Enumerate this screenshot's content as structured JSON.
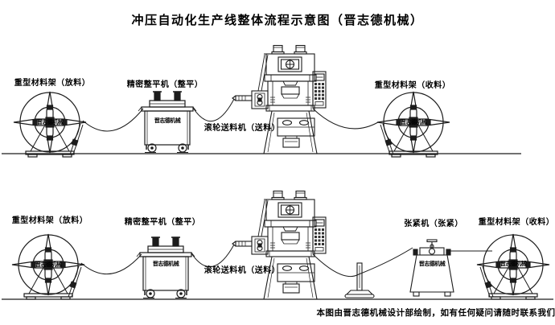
{
  "title": "冲压自动化生产线整体流程示意图（晋志德机械）",
  "brand_mark": "晋志德机械",
  "footer": {
    "note": "本图由晋志德机械设计部绘制，如有任何疑问请随时联系我们"
  },
  "line1": {
    "uncoiler_label": "重型材料架（放料）",
    "leveler_label": "精密整平机（整平）",
    "feeder_label": "滚轮送料机（送料）",
    "recoiler_label": "重型材料架（收料）"
  },
  "line2": {
    "uncoiler_label": "重型材料架（放料）",
    "leveler_label": "精密整平机（整平）",
    "feeder_label": "滚轮送料机（送料）",
    "tensioner_label": "张紧机（张紧）",
    "recoiler_label": "重型材料架（收料）"
  },
  "colors": {
    "line": "#1c1c1c",
    "background": "#ffffff",
    "text": "#000000"
  }
}
